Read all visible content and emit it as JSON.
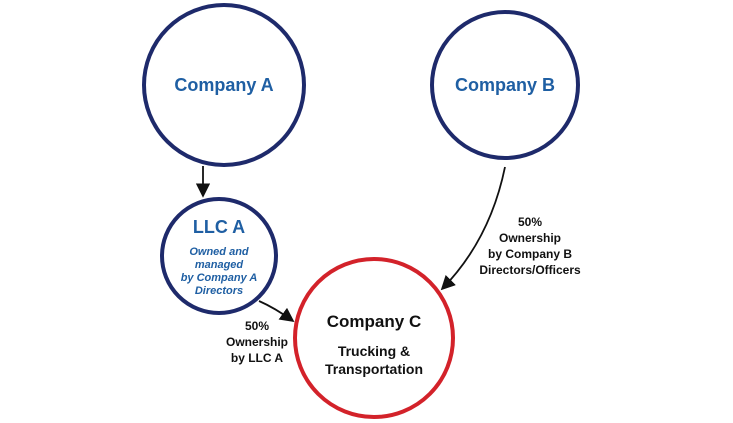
{
  "nodes": {
    "company_a": {
      "label": "Company A"
    },
    "company_b": {
      "label": "Company B"
    },
    "llc_a": {
      "label": "LLC A",
      "subtitle_lines": [
        "Owned and",
        "managed",
        "by Company A",
        "Directors"
      ]
    },
    "company_c": {
      "label": "Company C",
      "subtitle_lines": [
        "Trucking &",
        "Transportation"
      ]
    }
  },
  "edges": {
    "llc_to_c": {
      "lines": [
        "50%",
        "Ownership",
        "by LLC A"
      ]
    },
    "b_to_c": {
      "lines": [
        "50%",
        "Ownership",
        "by Company B",
        "Directors/Officers"
      ]
    }
  },
  "colors": {
    "navy": "#1e2a6b",
    "red": "#d3222a",
    "blue_text": "#1f5fa3"
  }
}
